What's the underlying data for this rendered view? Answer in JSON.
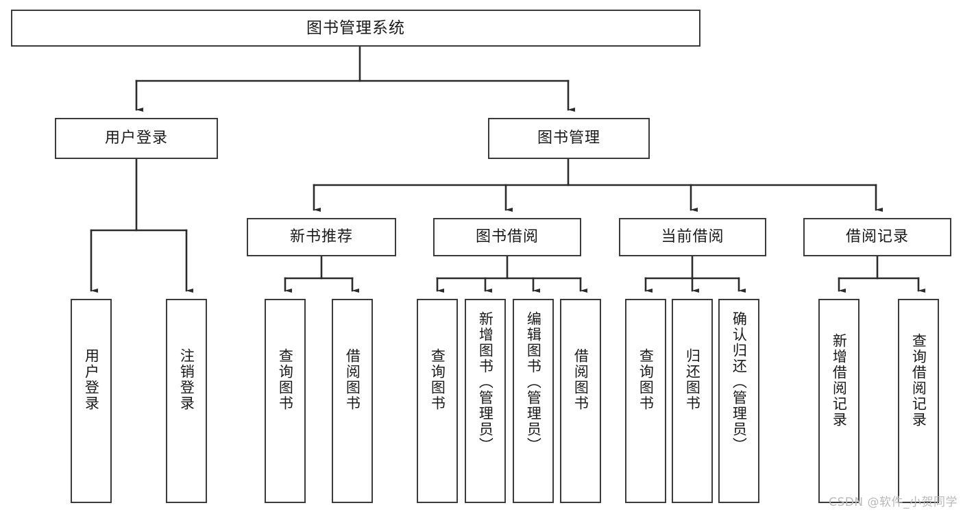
{
  "diagram": {
    "type": "tree",
    "title": "图书管理系统",
    "orientation": "top-down",
    "colors": {
      "box_border": "#3a3a3a",
      "box_fill": "#ffffff",
      "connector": "#2b2b2b",
      "text": "#1a1a1a",
      "watermark": "#b9b9b9",
      "background": "#ffffff"
    },
    "root": {
      "label": "图书管理系统"
    },
    "level1": [
      {
        "label": "用户登录"
      },
      {
        "label": "图书管理"
      }
    ],
    "level2": [
      {
        "label": "新书推荐"
      },
      {
        "label": "图书借阅"
      },
      {
        "label": "当前借阅"
      },
      {
        "label": "借阅记录"
      }
    ],
    "leaves": {
      "user_login": [
        {
          "label": "用户登录"
        },
        {
          "label": "注销登录"
        }
      ],
      "new_book_recommend": [
        {
          "label": "查询图书"
        },
        {
          "label": "借阅图书"
        }
      ],
      "book_borrow": [
        {
          "label": "查询图书"
        },
        {
          "label": "新增图书（管理员）"
        },
        {
          "label": "编辑图书（管理员）"
        },
        {
          "label": "借阅图书"
        }
      ],
      "current_borrow": [
        {
          "label": "查询图书"
        },
        {
          "label": "归还图书"
        },
        {
          "label": "确认归还（管理员）"
        }
      ],
      "borrow_record": [
        {
          "label": "新增借阅记录"
        },
        {
          "label": "查询借阅记录"
        }
      ]
    }
  },
  "watermark": {
    "text": "CSDN @软件_小贺同学"
  }
}
